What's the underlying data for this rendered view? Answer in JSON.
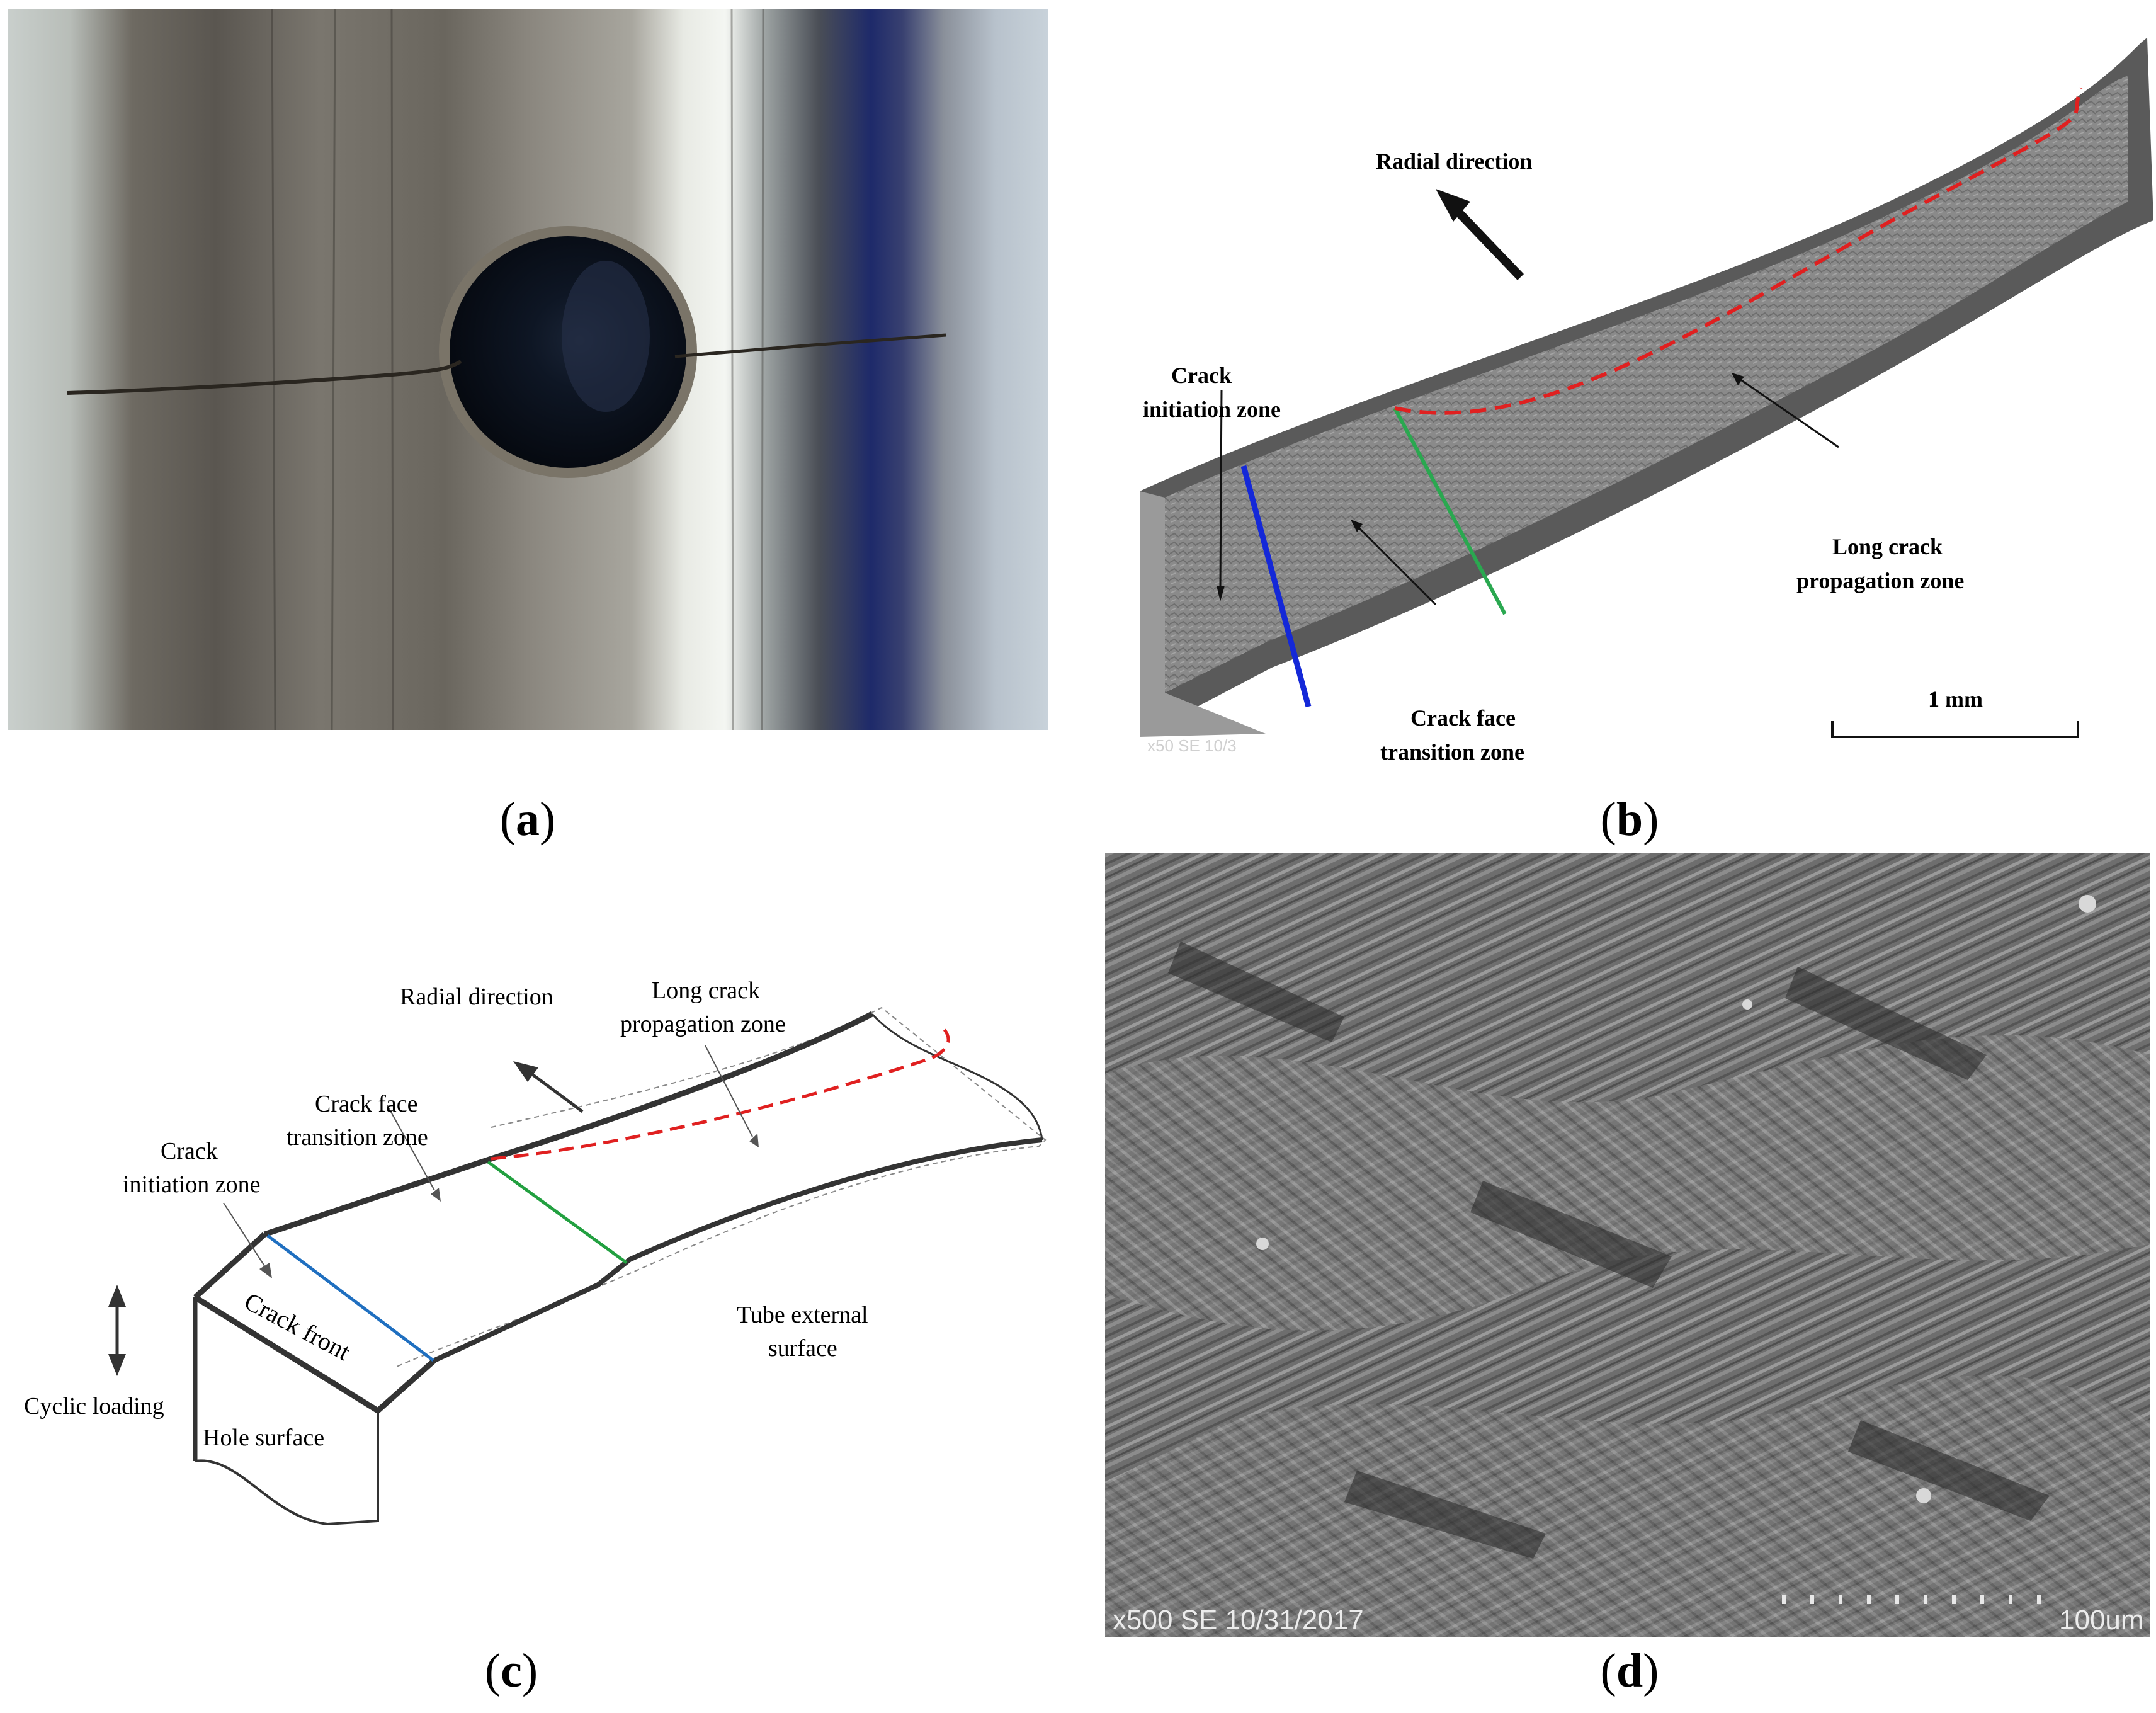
{
  "panel_a": {
    "caption_open": "(",
    "caption_letter": "a",
    "caption_close": ")"
  },
  "panel_b": {
    "caption_open": "(",
    "caption_letter": "b",
    "caption_close": ")",
    "labels": {
      "radial_direction": "Radial direction",
      "crack_initiation_1": "Crack",
      "crack_initiation_2": "initiation zone",
      "long_crack_1": "Long crack",
      "long_crack_2": "propagation zone",
      "crack_face_1": "Crack face",
      "crack_face_2": "transition zone",
      "scale": "1 mm",
      "sem_info": "x50 SE  10/3"
    },
    "colors": {
      "initiation_line": "#1428d8",
      "transition_line": "#2aa850",
      "front_line": "#e02020"
    }
  },
  "panel_c": {
    "caption_open": "(",
    "caption_letter": "c",
    "caption_close": ")",
    "labels": {
      "radial_direction": "Radial direction",
      "long_crack_1": "Long crack",
      "long_crack_2": "propagation zone",
      "crack_face_1": "Crack face",
      "crack_face_2": "transition zone",
      "crack_initiation_1": "Crack",
      "crack_initiation_2": "initiation zone",
      "crack_front": "Crack front",
      "tube_external_1": "Tube external",
      "tube_external_2": "surface",
      "cyclic_loading": "Cyclic loading",
      "hole_surface": "Hole surface"
    },
    "colors": {
      "initiation_line": "#1f6fc0",
      "transition_line": "#22a040",
      "front_line": "#e02020"
    }
  },
  "panel_d": {
    "caption_open": "(",
    "caption_letter": "d",
    "caption_close": ")",
    "sem_info": "x500 SE  10/31/2017",
    "scale": "100um"
  }
}
